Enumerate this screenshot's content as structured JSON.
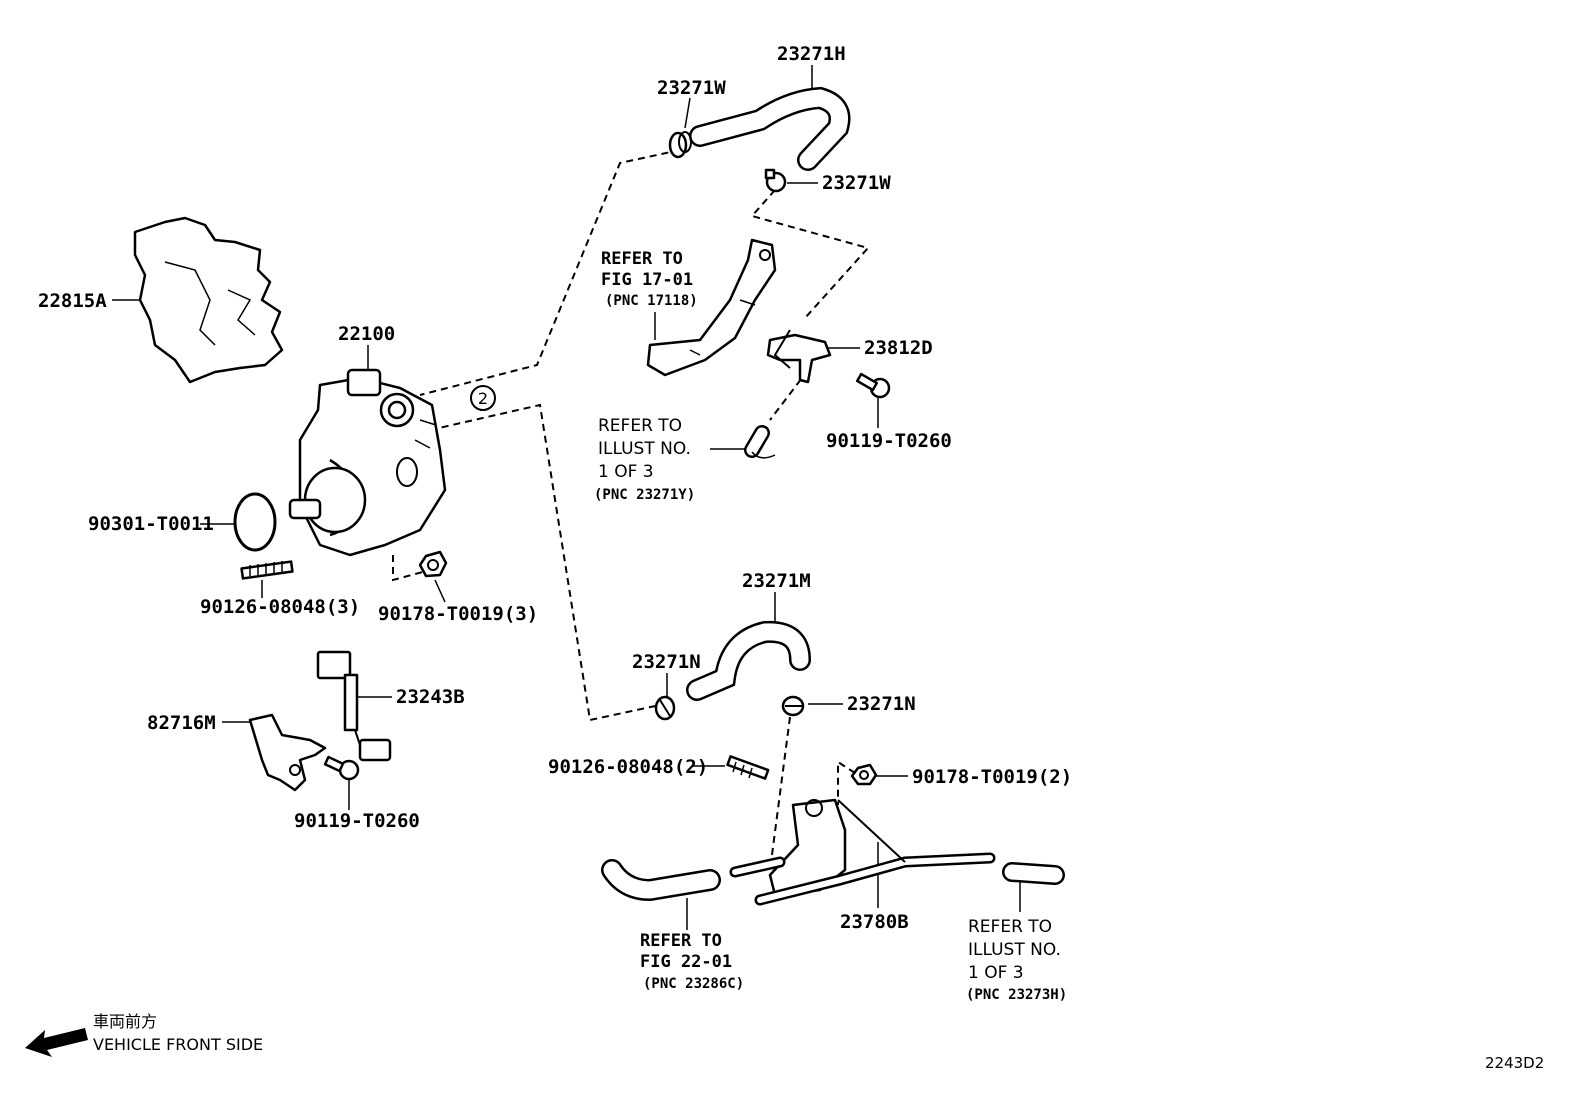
{
  "diagram_code": "2243D2",
  "front_indicator": {
    "jp": "車両前方",
    "en": "VEHICLE FRONT SIDE"
  },
  "callout_circle": "2",
  "parts": {
    "p23271H": "23271H",
    "p23271W_top": "23271W",
    "p23271W_mid": "23271W",
    "p22815A": "22815A",
    "p22100": "22100",
    "p23812D": "23812D",
    "p90119_T0260_a": "90119-T0260",
    "p90301_T0011": "90301-T0011",
    "p90126_08048_3": "90126-08048(3)",
    "p90178_T0019_3": "90178-T0019(3)",
    "p23271M": "23271M",
    "p23271N_left": "23271N",
    "p23271N_right": "23271N",
    "p23243B": "23243B",
    "p82716M": "82716M",
    "p90119_T0260_b": "90119-T0260",
    "p90126_08048_2": "90126-08048(2)",
    "p90178_T0019_2": "90178-T0019(2)",
    "p23780B": "23780B"
  },
  "refs": {
    "fig17": {
      "l1": "REFER TO",
      "l2": "FIG 17-01",
      "l3": "(PNC 17118)"
    },
    "illust_a": {
      "l1": "REFER TO",
      "l2": "ILLUST NO.",
      "l3": "1 OF 3",
      "l4": "(PNC 23271Y)"
    },
    "fig22": {
      "l1": "REFER TO",
      "l2": "FIG 22-01",
      "l3": "(PNC 23286C)"
    },
    "illust_b": {
      "l1": "REFER TO",
      "l2": "ILLUST NO.",
      "l3": "1 OF 3",
      "l4": "(PNC 23273H)"
    }
  }
}
